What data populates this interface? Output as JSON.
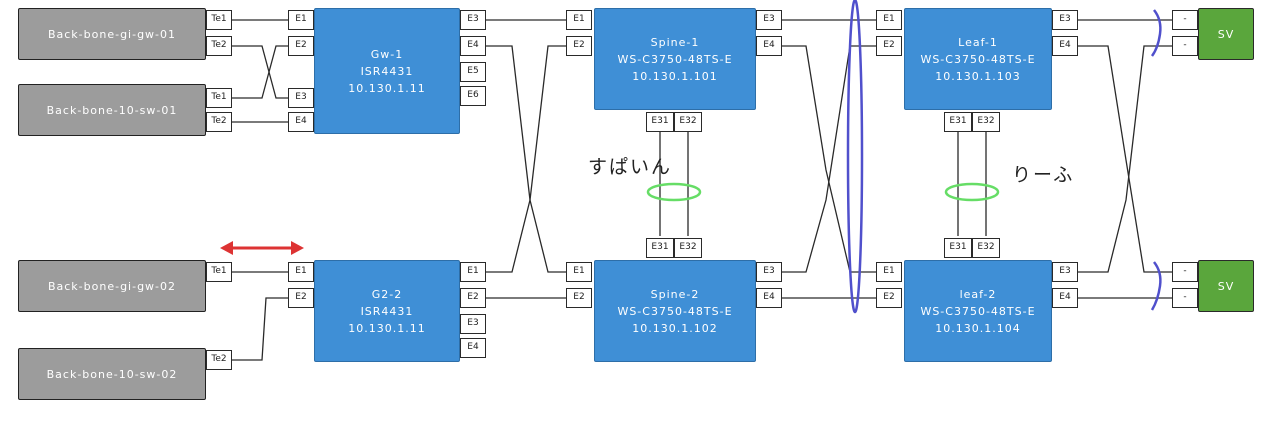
{
  "nodes": {
    "bb_gi_gw_01": "Back-bone-gi-gw-01",
    "bb_10_sw_01": "Back-bone-10-sw-01",
    "bb_gi_gw_02": "Back-bone-gi-gw-02",
    "bb_10_sw_02": "Back-bone-10-sw-02",
    "gw1": {
      "l1": "Gw-1",
      "l2": "ISR4431",
      "l3": "10.130.1.11"
    },
    "gw2": {
      "l1": "G2-2",
      "l2": "ISR4431",
      "l3": "10.130.1.11"
    },
    "spine1": {
      "l1": "Spine-1",
      "l2": "WS-C3750-48TS-E",
      "l3": "10.130.1.101"
    },
    "spine2": {
      "l1": "Spine-2",
      "l2": "WS-C3750-48TS-E",
      "l3": "10.130.1.102"
    },
    "leaf1": {
      "l1": "Leaf-1",
      "l2": "WS-C3750-48TS-E",
      "l3": "10.130.1.103"
    },
    "leaf2": {
      "l1": "leaf-2",
      "l2": "WS-C3750-48TS-E",
      "l3": "10.130.1.104"
    },
    "sv1": "SV",
    "sv2": "SV"
  },
  "ports": {
    "te1": "Te1",
    "te2": "Te2",
    "e1": "E1",
    "e2": "E2",
    "e3": "E3",
    "e4": "E4",
    "e5": "E5",
    "e6": "E6",
    "e31": "E31",
    "e32": "E32",
    "dash": "-"
  },
  "notes": {
    "spine_label": "すぱいん",
    "leaf_label": "りーふ"
  },
  "colors": {
    "backbone": "#9c9c9c",
    "device": "#3f8fd6",
    "server": "#5aa63c",
    "stack_link": "#66dd66",
    "bundle": "#5050cc",
    "highlight_arrow": "#dd3333"
  }
}
